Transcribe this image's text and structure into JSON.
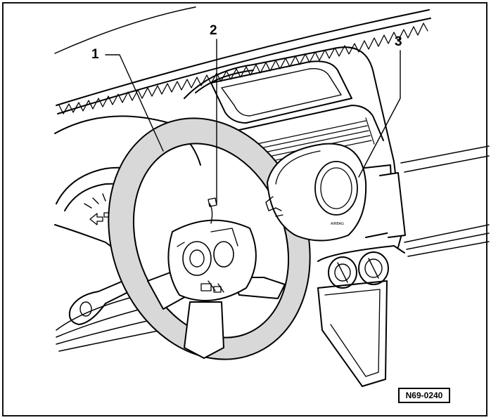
{
  "callouts": [
    {
      "id": "1",
      "label": "1"
    },
    {
      "id": "2",
      "label": "2"
    },
    {
      "id": "3",
      "label": "3"
    }
  ],
  "figure_code": "N69-0240",
  "colors": {
    "ink": "#000000",
    "paper": "#ffffff",
    "shade": "#d8d8d8"
  }
}
